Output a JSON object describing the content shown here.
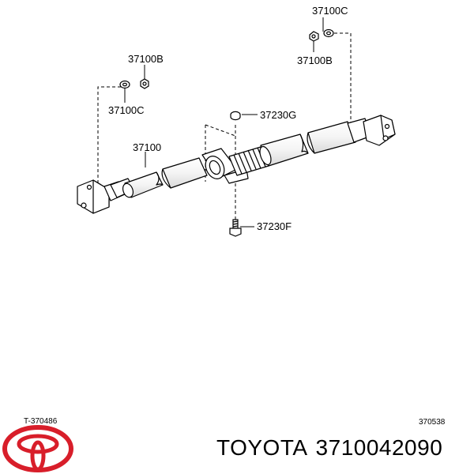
{
  "diagram": {
    "labels": {
      "c_top": "37100C",
      "b_top": "37100B",
      "b_left": "37100B",
      "c_left": "37100C",
      "shaft": "37100",
      "washer": "37230G",
      "bolt": "37230F"
    },
    "ref_left": "T-370486",
    "ref_right": "370538"
  },
  "footer": {
    "brand": "TOYOTA",
    "part_number": "3710042090"
  },
  "colors": {
    "logo_red": "#d81e2a",
    "line": "#000000"
  },
  "icons": [
    "toyota-logo-icon",
    "nut-icon",
    "washer-icon",
    "bolt-icon",
    "propeller-shaft-icon"
  ]
}
